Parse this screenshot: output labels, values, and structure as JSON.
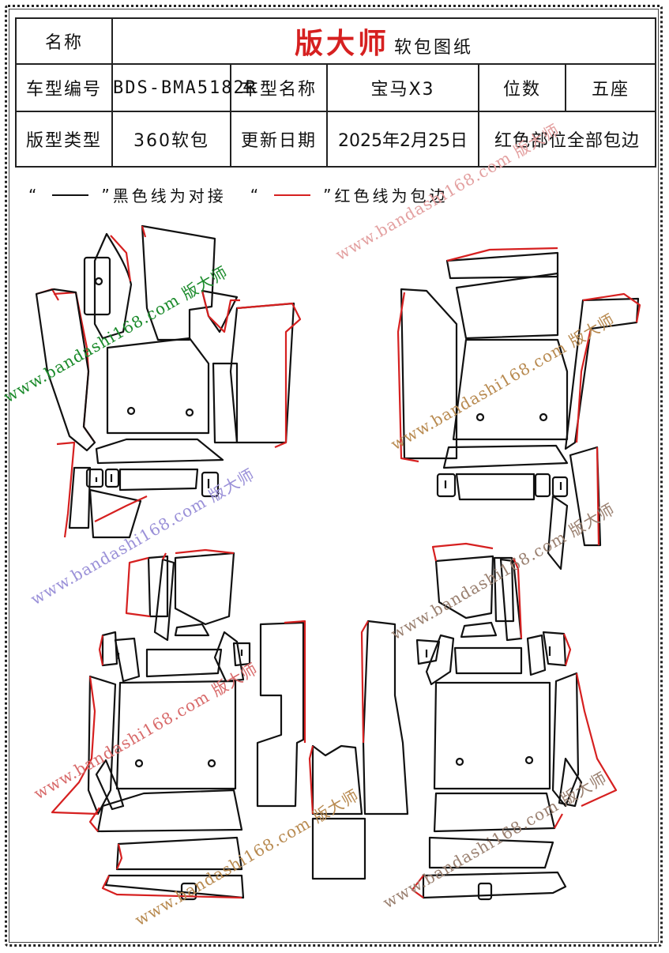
{
  "header": {
    "name_label": "名称",
    "brand": "版大师",
    "brand_sub": "软包图纸",
    "model_code_label": "车型编号",
    "model_code": "BDS-BMA5182R",
    "model_name_label": "车型名称",
    "model_name": "宝马X3",
    "seats_label": "位数",
    "seats": "五座",
    "type_label": "版型类型",
    "type": "360软包",
    "update_label": "更新日期",
    "update_date": "2025年2月25日",
    "note": "红色部位全部包边"
  },
  "legend": {
    "q_open": "“",
    "q_close": "”",
    "black_text": "黑色线为对接",
    "red_text": "红色线为包边"
  },
  "watermark": {
    "url": "www.bandashi168.com",
    "brand": "版大师"
  },
  "colors": {
    "edge_red": "#d62020",
    "seam_black": "#111111"
  }
}
